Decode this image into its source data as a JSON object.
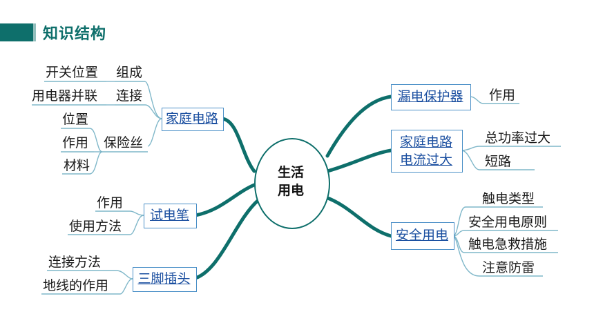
{
  "header": {
    "title": "知识结构",
    "accent_color": "#0e6f6b"
  },
  "center": {
    "line1": "生活",
    "line2": "用电"
  },
  "branches": {
    "home_circuit": {
      "label": "家庭电路",
      "groups": {
        "zucheng": {
          "label": "组成",
          "item": "开关位置"
        },
        "lianjie": {
          "label": "连接",
          "item": "用电器并联"
        },
        "fuse": {
          "label": "保险丝",
          "items": [
            "位置",
            "作用",
            "材料"
          ]
        }
      }
    },
    "tester": {
      "label": "试电笔",
      "items": [
        "作用",
        "使用方法"
      ]
    },
    "plug": {
      "label": "三脚插头",
      "items": [
        "连接方法",
        "地线的作用"
      ]
    },
    "leakage": {
      "label": "漏电保护器",
      "items": [
        "作用"
      ]
    },
    "overcurrent": {
      "line1": "家庭电路",
      "line2": "电流过大",
      "items": [
        "总功率过大",
        "短路"
      ]
    },
    "safety": {
      "label": "安全用电",
      "items": [
        "触电类型",
        "安全用电原则",
        "触电急救措施",
        "注意防雷"
      ]
    }
  }
}
